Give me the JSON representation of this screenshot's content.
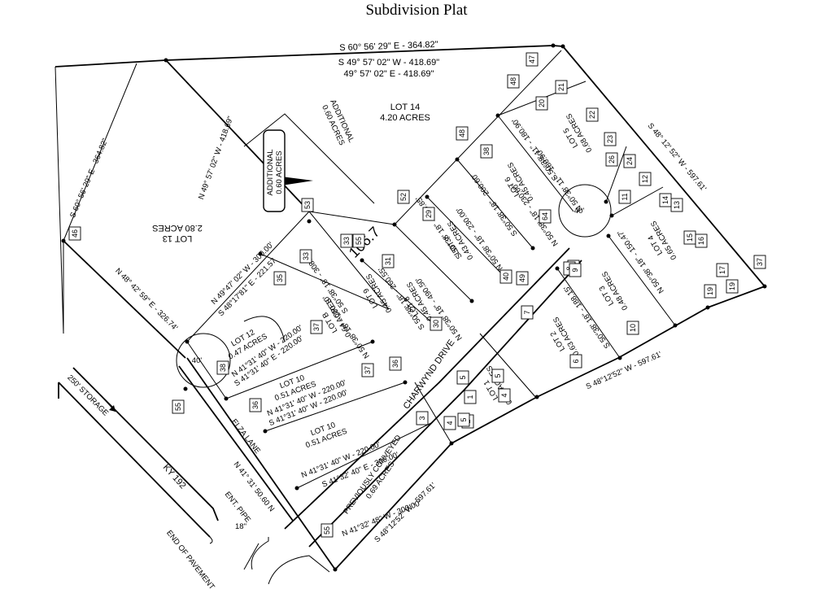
{
  "title": "Subdivision Plat",
  "boundary_calls": {
    "top_1": "S 60° 56' 29\" E - 364.82\"",
    "top_2": "S 49° 57' 02\" W - 418.69\"",
    "top_3": "49° 57' 02\" E - 418.69\"",
    "left_diag": "S 60° 56' 29\" E - 364.82\"",
    "inner_diag": "N 49° 57' 02\" W - 418.69\"",
    "right_upper": "S 48° 12' 52\" W - 597.61'",
    "right_lower": "S 48°12'52\" W - 597.61'",
    "bottom": "S 48°12'52\" W - 597.61'",
    "west_line": "N 48° 42' 59\" E - 326.74'",
    "elza_line": "N 41° 31' 50.60 N"
  },
  "lots": {
    "lot14": {
      "name": "LOT 14",
      "area": "4.20 ACRES"
    },
    "additional": {
      "name": "ADDITIONAL",
      "area": "0.60 ACRES"
    },
    "lot13": {
      "name": "LOT 13",
      "area": "2.80 ACRES"
    },
    "lot12": {
      "name": "LOT 12",
      "area": "0.47 ACRES"
    },
    "lot10a": {
      "name": "LOT 10",
      "area": "0.51 ACRES"
    },
    "lot10b": {
      "name": "LOT 10",
      "area": "0.51 ACRES"
    },
    "lot9": {
      "name": "LOT 9",
      "area": "0.45 ACRES"
    },
    "lot8": {
      "name": "LOT 8",
      "area": "0.45 ACRES"
    },
    "lot7": {
      "name": "LOT 7",
      "area": "0.43 ACRES"
    },
    "lot6": {
      "name": "LOT 6",
      "area": "0.45 ACRES"
    },
    "lot5": {
      "name": "LOT 5",
      "area": "0.68 ACRES"
    },
    "lot4": {
      "name": "LOT 4",
      "area": "0.65 ACRES"
    },
    "lot3": {
      "name": "LOT 3",
      "area": "0.48 ACRES"
    },
    "lot2": {
      "name": "LOT 2",
      "area": "0.63 ACRES"
    },
    "lot1": {
      "name": "LOT 1",
      "area": "0.42 ACRES"
    },
    "lot_b": {
      "name": "LOT B",
      "area": "0.64 ACRES"
    },
    "conveyed": {
      "name": "PREVIOUSLY CONVEYED",
      "area": "0.69 ACRES"
    }
  },
  "callout": {
    "line1": "ADDITIONAL",
    "line2": "0.60 ACRES"
  },
  "roads": {
    "charwynd": "CHARWYND DRIVE",
    "elza": "ELZA LANE",
    "ky": "KY 192",
    "storage": "250' STORAGE",
    "end_pavement": "END OF PAVEMENT",
    "ent_pipe": "ENT. PIPE",
    "pipe_size": "18\""
  },
  "radius": {
    "a": "40'",
    "b": "40'"
  },
  "value_1067": "106.7",
  "dims": {
    "d1": "N 49°47' 02\" W - 300.00'",
    "d2": "S 48°17'81\" E - 221.57",
    "d3": "N 41°31' 40\" W - 220.00'",
    "d4": "S 41°31' 40\" E - 220.00'",
    "d5": "N 41°31' 40\" W - 220.00'",
    "d6": "S 41°31' 40\" W - 220.00'",
    "d7": "N 41°31' 40\" W - 220.00'",
    "d8": "S 41°32' 40\" E - 300.00'",
    "d9": "N 41°32' 48\" W - 300.00'",
    "lb1": "S 50°38' 18\" - 308.80'",
    "lb2": "N 50°38' 18\" - 200.10'",
    "l9a": "S 50°38' 18\" - 260.55'",
    "l9b": "N 50°38' 18\" - 490.50'",
    "l7a": "S 50°38' 18\" - 200.85'",
    "l7b": "N 50°38' 18\" - 230.00'",
    "l6a": "S 50°38' 18\" - 200.60'",
    "l6b": "N 50°38' 18\" - 230.60'",
    "l5a": "S 50°38' 11\" - 180.90'",
    "l5b": "N 50°38' 11\" - 180.90'",
    "l4a": "N 50°38' 18\" - 150.47'",
    "l3a": "S 50°38' 18\" - 188.15'"
  },
  "markers": [
    "1",
    "2",
    "3",
    "4",
    "5",
    "6",
    "7",
    "8",
    "9",
    "10",
    "11",
    "12",
    "13",
    "14",
    "15",
    "16",
    "17",
    "19",
    "19",
    "20",
    "21",
    "22",
    "23",
    "24",
    "26",
    "29",
    "30",
    "31",
    "33",
    "33",
    "35",
    "36",
    "36",
    "37",
    "37",
    "37",
    "38",
    "38",
    "40",
    "46",
    "47",
    "48",
    "48",
    "49",
    "52",
    "53",
    "55",
    "55",
    "55",
    "64",
    "3",
    "4",
    "5",
    "5"
  ]
}
